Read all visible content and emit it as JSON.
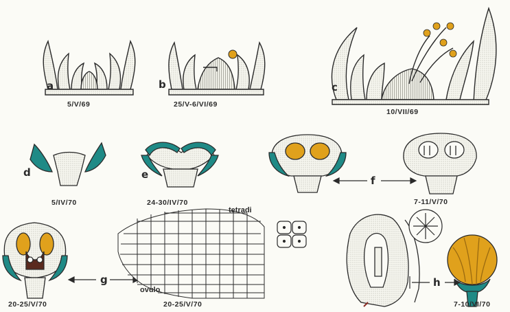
{
  "panels": {
    "a": {
      "letter": "a",
      "date": "5/V/69"
    },
    "b": {
      "letter": "b",
      "date": "25/V-6/VI/69"
    },
    "c": {
      "letter": "c",
      "date": "10/VII/69"
    },
    "d": {
      "letter": "d",
      "date": "5/IV/70"
    },
    "e": {
      "letter": "e",
      "date": "24-30/IV/70"
    },
    "f": {
      "letter": "f",
      "date": "7-11/V/70"
    },
    "g": {
      "letter": "g",
      "date_left": "20-25/V/70",
      "date_right": "20-25/V/70"
    },
    "h": {
      "letter": "h",
      "date": "7-10/VI/70"
    }
  },
  "annotations": {
    "tetradi": "tetradi",
    "ovulo": "ovulo"
  },
  "colors": {
    "ink": "#2a2a2a",
    "teal": "#1f8a86",
    "orange": "#e0a11c",
    "brown": "#5a2a1e",
    "paper": "#fbfbf6"
  }
}
